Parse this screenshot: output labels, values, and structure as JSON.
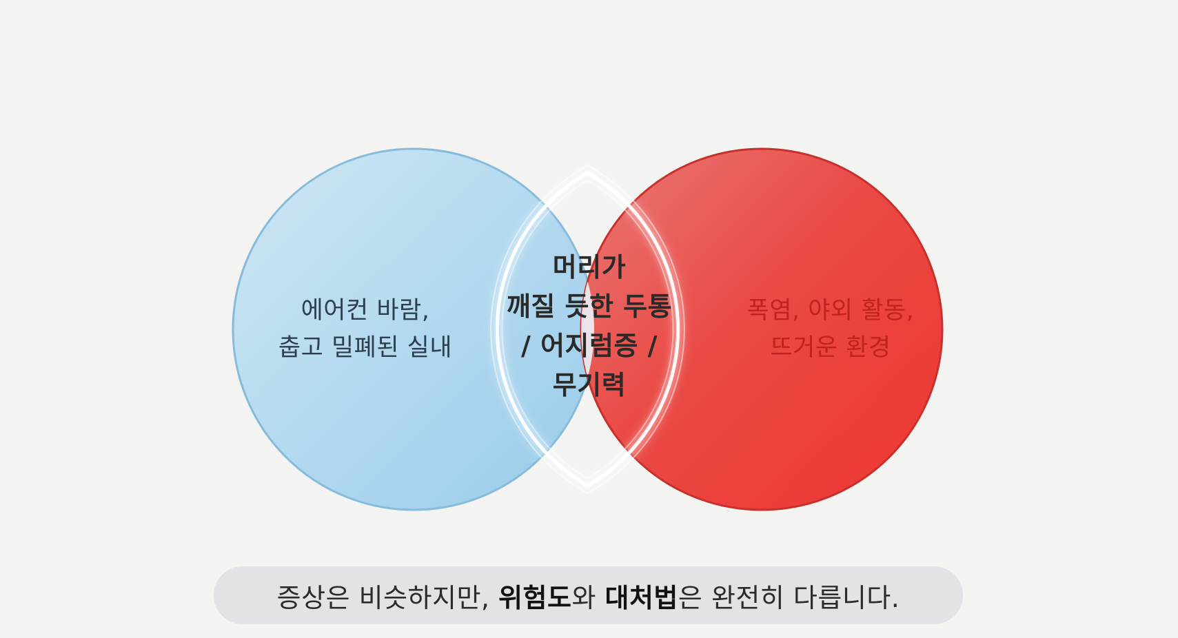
{
  "diagram": {
    "colors": {
      "left_circle": "#a9d3ec",
      "left_circle_stroke": "#7cb6d8",
      "right_circle": "#ea3e38",
      "right_circle_stroke": "#c9302c",
      "overlap_glow": "#ffffff",
      "background": "#f3f3f1"
    },
    "left": {
      "lines": [
        "에어컨 바람,",
        "춥고 밀폐된 실내"
      ]
    },
    "center": {
      "lines": [
        "머리가",
        "깨질 듯한 두통",
        "/ 어지럼증 /",
        "무기력"
      ]
    },
    "right": {
      "lines": [
        "폭염, 야외 활동,",
        "뜨거운 환경"
      ]
    }
  },
  "caption": {
    "part1": "증상은 비슷하지만, ",
    "bold1": "위험도",
    "part2": "와 ",
    "bold2": "대처법",
    "part3": "은 완전히 다릅니다."
  }
}
